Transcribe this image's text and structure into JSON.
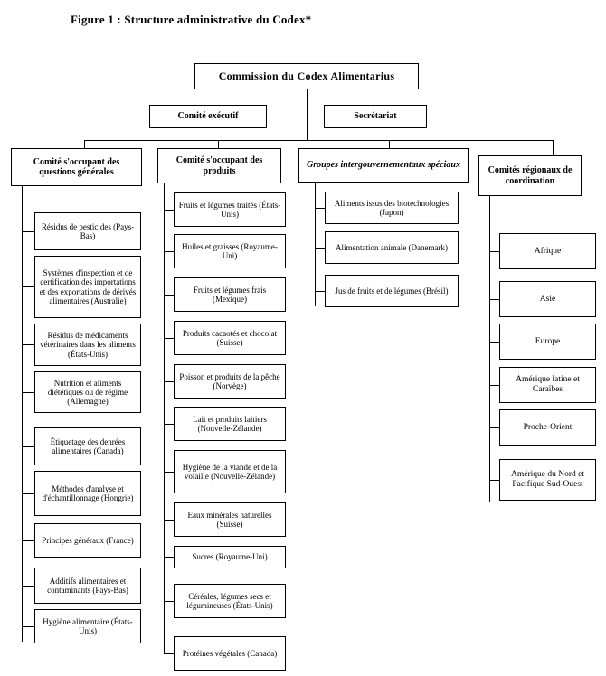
{
  "figure": {
    "title": "Figure 1 :  Structure administrative du Codex*"
  },
  "chart_data": {
    "type": "diagram",
    "diagram_kind": "organizational-chart",
    "title": "Figure 1 :  Structure administrative du Codex*",
    "root": "Commission du Codex Alimentarius",
    "second_level": [
      "Comité exécutif",
      "Secrétariat"
    ],
    "columns": [
      {
        "header": "Comité s'occupant des questions générales",
        "italic": false,
        "items": [
          "Résidus de pesticides (Pays-Bas)",
          "Systèmes d'inspection et de certification des importations et des exportations de dérivés alimentaires (Australie)",
          "Résidus de médicaments vétérinaires dans les aliments (États-Unis)",
          "Nutrition et aliments diététiques ou de régime (Allemagne)",
          "Étiquetage des denrées alimentaires (Canada)",
          "Méthodes d'analyse et d'échantillonnage (Hongrie)",
          "Principes généraux (France)",
          "Additifs alimentaires et contaminants (Pays-Bas)",
          "Hygiène alimentaire (États-Unis)"
        ]
      },
      {
        "header": "Comité s'occupant des produits",
        "italic": false,
        "items": [
          "Fruits et légumes traités (États-Unis)",
          "Huiles et graisses (Royaume-Uni)",
          "Fruits et légumes frais (Mexique)",
          "Produits cacaotés et chocolat (Suisse)",
          "Poisson et produits de la pêche (Norvège)",
          "Lait et produits laitiers (Nouvelle-Zélande)",
          "Hygiène de la viande et de la volaille (Nouvelle-Zélande)",
          "Eaux minérales naturelles (Suisse)",
          "Sucres (Royaume-Uni)",
          "Céréales, légumes secs et légumineuses (États-Unis)",
          "Protéines végétales (Canada)"
        ]
      },
      {
        "header": "Groupes intergouvernementaux spéciaux",
        "italic": true,
        "items": [
          "Aliments issus des biotechnologies (Japon)",
          "Alimentation animale (Danemark)",
          "Jus de fruits et de légumes (Brésil)"
        ]
      },
      {
        "header": "Comités régionaux de coordination",
        "italic": false,
        "items": [
          "Afrique",
          "Asie",
          "Europe",
          "Amérique latine et Caraïbes",
          "Proche-Orient",
          "Amérique du Nord et Pacifique Sud-Ouest"
        ]
      }
    ]
  },
  "top": {
    "commission": "Commission du Codex Alimentarius",
    "executive": "Comité exécutif",
    "secretariat": "Secrétariat"
  },
  "headers": {
    "general": "Comité s'occupant des questions générales",
    "products": "Comité s'occupant des produits",
    "special": "Groupes intergouvernementaux spéciaux",
    "regional": "Comités régionaux de coordination"
  },
  "general_items": [
    "Résidus de pesticides (Pays-Bas)",
    "Systèmes d'inspection et de certification des importations et des exportations de dérivés alimentaires (Australie)",
    "Résidus de médicaments vétérinaires dans les aliments (États-Unis)",
    "Nutrition et aliments diététiques ou de régime (Allemagne)",
    "Étiquetage des denrées alimentaires (Canada)",
    "Méthodes d'analyse et d'échantillonnage (Hongrie)",
    "Principes généraux (France)",
    "Additifs alimentaires et contaminants (Pays-Bas)",
    "Hygiène alimentaire (États-Unis)"
  ],
  "product_items": [
    "Fruits et légumes traités (États-Unis)",
    "Huiles et graisses (Royaume-Uni)",
    "Fruits et légumes frais (Mexique)",
    "Produits cacaotés et chocolat (Suisse)",
    "Poisson et produits de la pêche (Norvège)",
    "Lait et produits laitiers (Nouvelle-Zélande)",
    "Hygiène de la viande et de la volaille (Nouvelle-Zélande)",
    "Eaux minérales naturelles (Suisse)",
    "Sucres (Royaume-Uni)",
    "Céréales, légumes secs et légumineuses (États-Unis)",
    "Protéines végétales (Canada)"
  ],
  "special_items": [
    "Aliments issus des biotechnologies (Japon)",
    "Alimentation animale (Danemark)",
    "Jus de fruits et de légumes (Brésil)"
  ],
  "regional_items": [
    "Afrique",
    "Asie",
    "Europe",
    "Amérique latine et Caraïbes",
    "Proche-Orient",
    "Amérique du Nord et Pacifique Sud-Ouest"
  ],
  "colors": {
    "background": "#ffffff",
    "line": "#000000",
    "text": "#000000"
  }
}
